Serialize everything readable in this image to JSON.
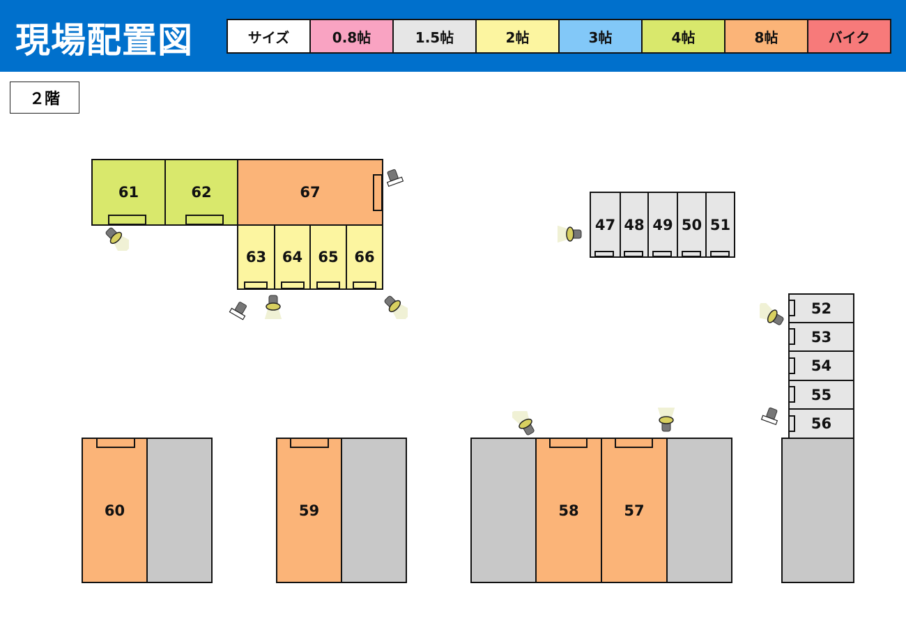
{
  "header": {
    "title": "現場配置図"
  },
  "legend": [
    {
      "label": "サイズ",
      "color": "#ffffff"
    },
    {
      "label": "0.8帖",
      "color": "#f9a3c2"
    },
    {
      "label": "1.5帖",
      "color": "#e6e6e6"
    },
    {
      "label": "2帖",
      "color": "#fcf5a0"
    },
    {
      "label": "3帖",
      "color": "#82c8f8"
    },
    {
      "label": "4帖",
      "color": "#d9e86c"
    },
    {
      "label": "8帖",
      "color": "#fbb478"
    },
    {
      "label": "バイク",
      "color": "#f77a7a"
    }
  ],
  "floor": "２階",
  "units": {
    "u61": "61",
    "u62": "62",
    "u67": "67",
    "u63": "63",
    "u64": "64",
    "u65": "65",
    "u66": "66",
    "u47": "47",
    "u48": "48",
    "u49": "49",
    "u50": "50",
    "u51": "51",
    "u52": "52",
    "u53": "53",
    "u54": "54",
    "u55": "55",
    "u56": "56",
    "u60": "60",
    "u59": "59",
    "u58": "58",
    "u57": "57"
  }
}
